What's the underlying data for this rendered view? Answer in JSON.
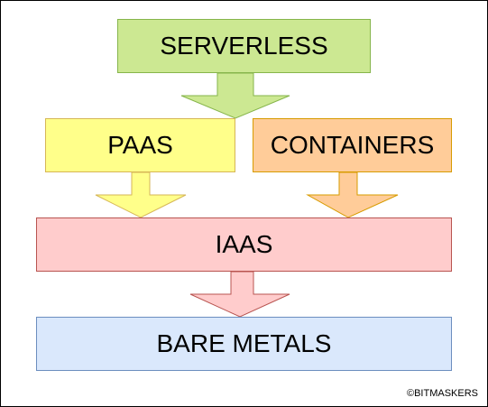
{
  "diagram": {
    "layers": {
      "serverless": {
        "label": "SERVERLESS",
        "fill": "#CCE892",
        "stroke": "#86B54B"
      },
      "paas": {
        "label": "PAAS",
        "fill": "#FFFF8A",
        "stroke": "#D6B656"
      },
      "containers": {
        "label": "CONTAINERS",
        "fill": "#FFCC99",
        "stroke": "#D79B00"
      },
      "iaas": {
        "label": "IAAS",
        "fill": "#FFCCCC",
        "stroke": "#B85450"
      },
      "bare_metals": {
        "label": "BARE METALS",
        "fill": "#DAE8FC",
        "stroke": "#6C8EBF"
      }
    },
    "arrows": [
      {
        "from": "SERVERLESS",
        "to": "PAAS / CONTAINERS",
        "fill": "#CCE892",
        "stroke": "#86B54B"
      },
      {
        "from": "PAAS",
        "to": "IAAS",
        "fill": "#FFFF8A",
        "stroke": "#D6B656"
      },
      {
        "from": "CONTAINERS",
        "to": "IAAS",
        "fill": "#FFCC99",
        "stroke": "#D79B00"
      },
      {
        "from": "IAAS",
        "to": "BARE METALS",
        "fill": "#FFCCCC",
        "stroke": "#B85450"
      }
    ]
  },
  "copyright": "©BITMASKERS"
}
